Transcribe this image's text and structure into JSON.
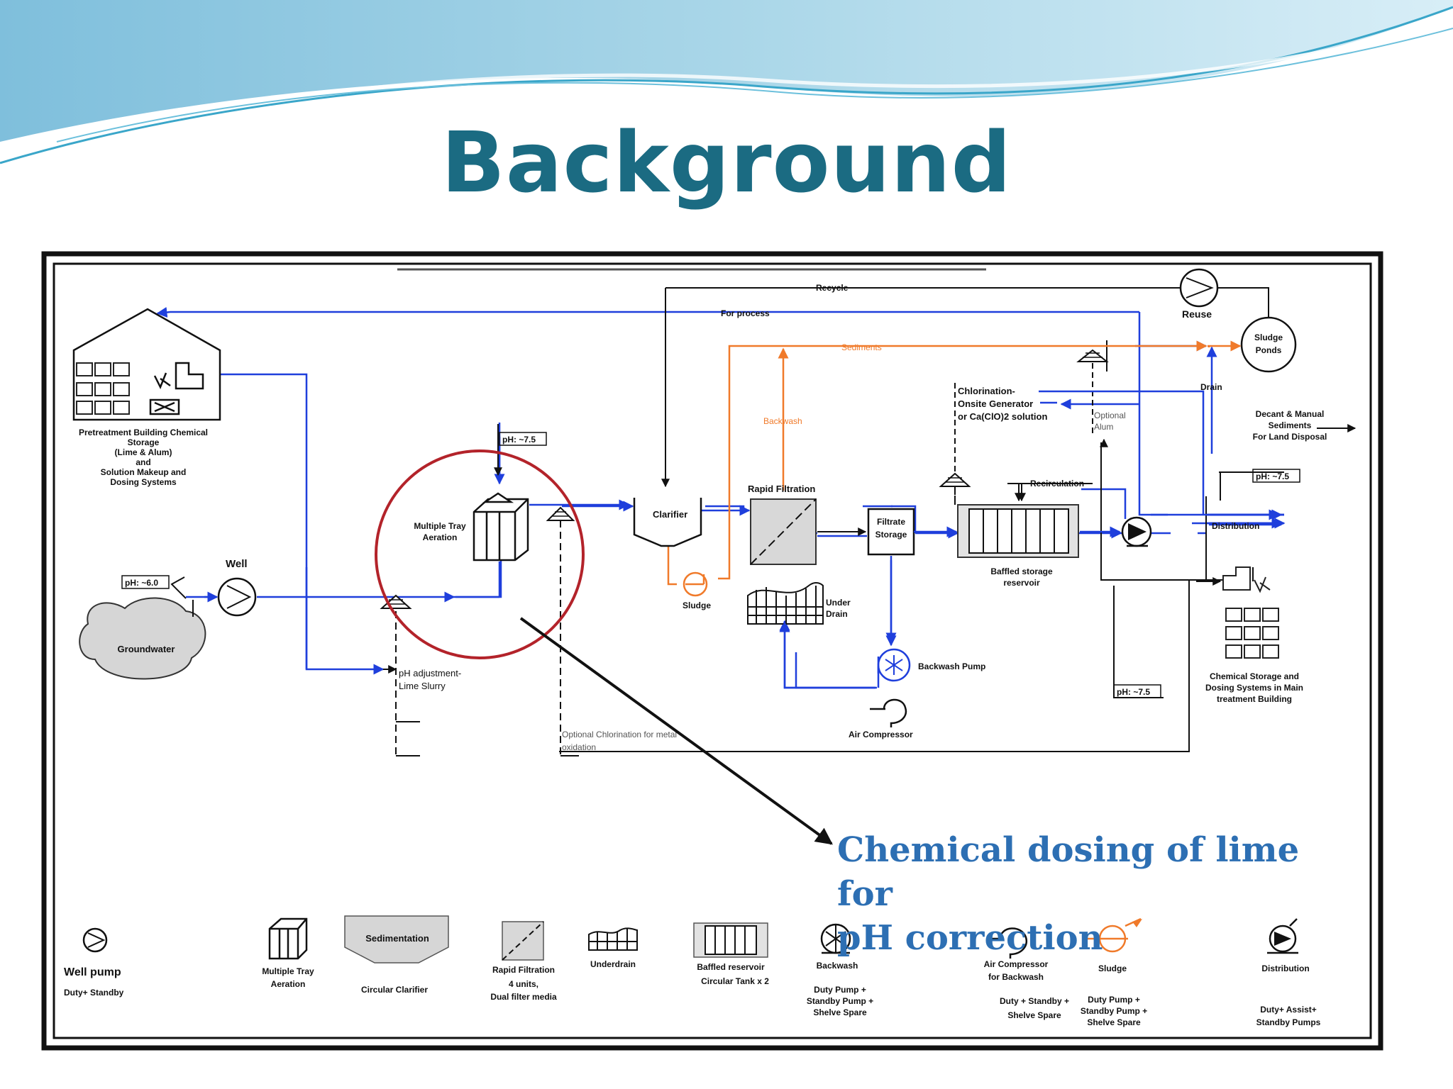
{
  "slide": {
    "title": "Background"
  },
  "callout": {
    "line1": "Chemical dosing of lime for",
    "line2": "pH correction"
  },
  "colors": {
    "flow": "#1f3fdc",
    "sludge": "#f07a2a",
    "title": "#1b6b82",
    "circle": "#b3232a",
    "callout": "#2d6fb3"
  },
  "diagram": {
    "pretreatment": [
      "Pretreatment Building Chemical",
      "Storage",
      "(Lime & Alum)",
      "and",
      "Solution Makeup and",
      "Dosing Systems"
    ],
    "groundwater": "Groundwater",
    "well": "Well",
    "ph_in": "pH: ~6.0",
    "ph_aer": "pH: ~7.5",
    "ph_dist": "pH: ~7.5",
    "ph_bottom": "pH: ~7.5",
    "aeration": [
      "Multiple Tray",
      "Aeration"
    ],
    "ph_adjust": [
      "pH adjustment-",
      "Lime Slurry"
    ],
    "opt_chlor": [
      "Optional Chlorination for metal",
      "oxidation"
    ],
    "clarifier": "Clarifier",
    "sludge": "Sludge",
    "backwash_up": "Backwash",
    "rapid_filtration": "Rapid Filtration",
    "underdrain": [
      "Under",
      "Drain"
    ],
    "filtrate": [
      "Filtrate",
      "Storage"
    ],
    "backwash_pump": "Backwash Pump",
    "air_comp": "Air Compressor",
    "baffled": [
      "Baffled storage",
      "reservoir"
    ],
    "recirc": "Recirculation",
    "chlorination": [
      "Chlorination-",
      "Onsite Generator",
      "or Ca(ClO)2 solution"
    ],
    "opt_alum": [
      "Optional",
      "Alum"
    ],
    "distribution": "Distribution",
    "drain": "Drain",
    "sludge_ponds": [
      "Sludge",
      "Ponds"
    ],
    "decant": [
      "Decant & Manual",
      "Sediments",
      "For Land Disposal"
    ],
    "reuse": "Reuse",
    "recycle": "Recycle",
    "for_process": "For process",
    "sediments": "Sediments",
    "chem_storage": [
      "Chemical Storage and",
      "Dosing Systems in Main",
      "treatment Building"
    ]
  },
  "legend": {
    "well_pump": [
      "Well pump",
      "Duty+ Standby"
    ],
    "aeration": [
      "Multiple Tray",
      "Aeration"
    ],
    "sed_box": "Sedimentation",
    "sed_label": "Circular Clarifier",
    "rapid": [
      "Rapid Filtration",
      "4 units,",
      "Dual filter media"
    ],
    "underdrain": "Underdrain",
    "baffled": [
      "Baffled reservoir",
      "Circular Tank x 2"
    ],
    "backwash": [
      "Backwash",
      "Duty Pump +",
      "Standby Pump +",
      "Shelve Spare"
    ],
    "aircomp": [
      "Air Compressor",
      "for Backwash",
      "Duty + Standby +",
      "Shelve Spare"
    ],
    "sludge": [
      "Sludge",
      "Duty Pump +",
      "Standby Pump +",
      "Shelve Spare"
    ],
    "distribution": [
      "Distribution",
      "Duty+ Assist+",
      "Standby Pumps"
    ]
  }
}
